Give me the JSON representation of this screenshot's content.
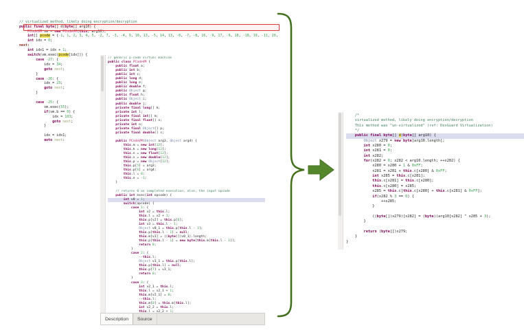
{
  "colors": {
    "keyword": "#7f0055",
    "comment": "#3f7f5f",
    "number": "#2f9e44",
    "type": "#c02670",
    "object_type": "#6a7fa5",
    "label_def": "#8a2d1e",
    "label_ref": "#93a06a",
    "highlight_yellow": "#f6e75a",
    "active_line": "#dcdcef",
    "annotation_red": "#dd3a36",
    "brace_green": "#44701f",
    "arrow_fill": "#54862c"
  },
  "left_code": {
    "highlight_regex": "\\bpcode\\b",
    "lines": [
      "// virtualized method, likely doing encryption/decryption",
      "public final byte[] d(byte[] arg10) {",
      "    PCodeVM vm = new PCodeVM(this, arg10);",
      "    int[] pcode = {-1, 1, 2, 3, 4, 5, -2, 7, -3, -4, 9, 10, 13, -5, 14, 13, -6, -7, -8, 16, -9, 17, -9, 18, -10, 19, -11, 20,",
      "    int idx = 0;",
      "next:",
      "    int idx1 = idx + 1;",
      "    switch(vm.exec(pcode[idx])) {",
      "        case -27: {",
      "            idx = 34;",
      "            goto next;",
      "        }",
      "        case -26: {",
      "            idx = 23;",
      "            goto next;",
      "        }",
      "",
      "        case -25: {",
      "            vm.exec(55);",
      "            if(vm.b == 0) {",
      "                idx = 103;",
      "                goto next;",
      "            }",
      "",
      "            idx = idx1;",
      "            goto next;",
      "        }"
    ]
  },
  "middle_panel": {
    "active_line": 34,
    "tabs": [
      {
        "label": "Description",
        "active": true
      },
      {
        "label": "Source",
        "active": false
      }
    ],
    "lines": [
      "// generic p-code virtual machine",
      "public class PCodeVM {",
      "    public float a;",
      "    public int b;",
      "    public int c;",
      "    public long d;",
      "    public long e;",
      "    public double f;",
      "    public Object g;",
      "    public float h;",
      "    public Object i;",
      "    public double j;",
      "    private final long[] k;",
      "    private int l;",
      "    private final int[] m;",
      "    private final float[] n;",
      "    private int o;",
      "    private final Object[] p;",
      "    private final double[] s;",
      "",
      "    public PCodeVM(Object arg3, Object arg4) {",
      "        this.m = new int[12];",
      "        this.k = new long[12];",
      "        this.n = new float[12];",
      "        this.s = new double[12];",
      "        this.p = new Object[12];",
      "        this.p[5] = arg3;",
      "        this.p[6] = arg4;",
      "        this.l = 0;",
      "        this.o = -1;",
      "    }",
      "",
      "    // returns 0 on completed execution, else, the input opcode",
      "    public int exec(int opcode) {",
      "        int v0 = 1;",
      "        switch(opcode) {",
      "            case 1: {",
      "                int v2 = this.l;",
      "                this.l = v2 + 1;",
      "                this.p[v2] = this.p[6];",
      "                int v3 = this.l - 1;",
      "                Object v0_1 = this.p[this.l - 1];",
      "                this.p[this.l - 1] = null;",
      "                this.m[v3] = ((byte[])v0_1).length;",
      "                this.p[this.l - 1] = new byte[this.m[this.l - 1]];",
      "                return 0;",
      "            }",
      "            case 2: {",
      "                --this.l;",
      "                Object v3_1 = this.p[this.l];",
      "                this.p[this.l] = null;",
      "                this.p[7] = v3_1;",
      "                return 0;",
      "            }",
      "            case 3: {",
      "                int v2_1 = this.l;",
      "                this.l = v2_1 + 1;",
      "                this.m[v2_1] = 0;",
      "                --this.l;",
      "                this.m[0] = this.m[this.l];",
      "                int v2_2 = this.l;",
      "                this.l = v2_2 + 1;"
    ]
  },
  "right_panel": {
    "active_line": 4,
    "highlight_regex": "\\bd(?=\\()",
    "lines": [
      "    /*",
      "    virtualized method, likely doing encryption/decryption",
      "    This method was \"un-virtualized\" (ref: DexGuard Virtualization)",
      "    */",
      "    public final byte[] d(byte[] arg10) {",
      "        Object x279 = new byte[arg10.length];",
      "        int x280 = 0;",
      "        int x281 = 0;",
      "        int x282;",
      "        for(x282 = 0; x282 < arg10.length; ++x282) {",
      "            x280 = x280 + 1 & 0xFF;",
      "            x281 = x281 + this.c[x280] & 0xFF;",
      "            int x285 = this.c[x281];",
      "            this.c[x281] = this.c[x280];",
      "            this.c[x280] = x285;",
      "            x285 = this.c[this.c[x280] + this.c[x281] & 0xFF];",
      "            if(x282 % 3 == 0) {",
      "                ++x285;",
      "            }",
      "",
      "            ((byte[])x279)[x282] = (byte)(arg10[x282] ^ x285 + 3);",
      "        }",
      "",
      "        return (byte[])x279;",
      "    }",
      "}"
    ]
  }
}
